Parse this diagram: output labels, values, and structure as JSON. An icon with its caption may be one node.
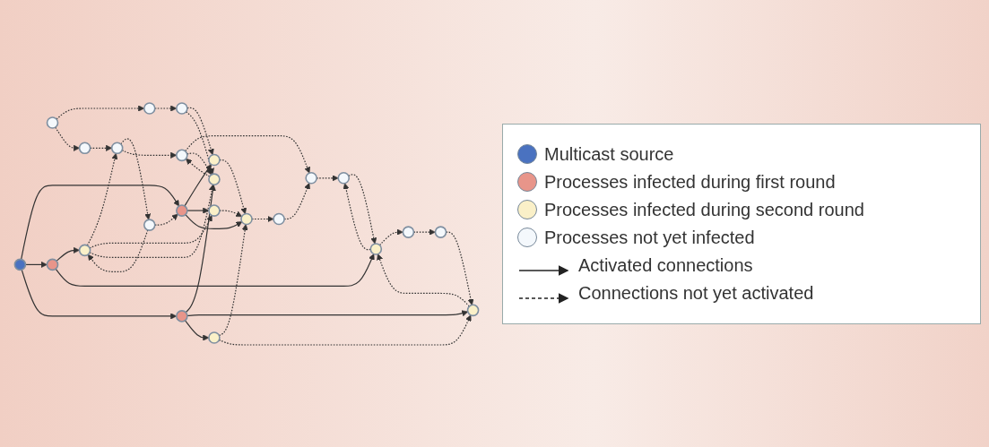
{
  "diagram": {
    "nodes": [
      {
        "text": [],
        "shape": "circle"
      },
      {
        "text": [],
        "shape": "circle"
      },
      {
        "text": [],
        "shape": "circle"
      },
      {
        "text": [],
        "shape": "circle"
      },
      {
        "text": [],
        "shape": "circle"
      },
      {
        "text": [],
        "shape": "circle"
      },
      {
        "text": [],
        "shape": "circle"
      },
      {
        "text": [],
        "shape": "circle"
      },
      {
        "text": [],
        "shape": "circle"
      },
      {
        "text": [],
        "shape": "circle"
      },
      {
        "text": [],
        "shape": "circle"
      },
      {
        "text": [],
        "shape": "circle"
      },
      {
        "text": [],
        "shape": "circle"
      },
      {
        "text": [],
        "shape": "circle"
      },
      {
        "text": [],
        "shape": "circle"
      },
      {
        "text": [],
        "shape": "circle"
      },
      {
        "text": [],
        "shape": "circle"
      },
      {
        "text": [],
        "shape": "circle"
      },
      {
        "text": [],
        "shape": "circle"
      },
      {
        "text": [],
        "shape": "circle"
      },
      {
        "text": [],
        "shape": "circle"
      },
      {
        "text": [],
        "shape": "circle"
      },
      {
        "text": [],
        "shape": "circle"
      },
      {
        "text": [],
        "shape": "circle"
      }
    ],
    "edges": [
      {
        "from": 7,
        "to": 6,
        "arrow": "to"
      },
      {
        "from": 7,
        "to": 12,
        "arrow": "to"
      },
      {
        "from": 7,
        "to": 16,
        "arrow": "to"
      },
      {
        "from": 12,
        "to": 0,
        "arrow": "to"
      },
      {
        "from": 12,
        "to": 21,
        "arrow": "to"
      },
      {
        "from": 6,
        "to": 9,
        "arrow": "to"
      },
      {
        "from": 6,
        "to": 10,
        "arrow": "to"
      },
      {
        "from": 6,
        "to": 11,
        "arrow": "to"
      },
      {
        "from": 16,
        "to": 20,
        "arrow": "to"
      },
      {
        "from": 16,
        "to": 23,
        "arrow": "to"
      },
      {
        "from": 16,
        "to": 17,
        "arrow": "to"
      },
      {
        "from": 3,
        "to": 1,
        "arrow": "to",
        "style": "dashed"
      },
      {
        "from": 1,
        "to": 4,
        "arrow": "to",
        "style": "dashed"
      },
      {
        "from": 3,
        "to": 8,
        "arrow": "to",
        "style": "dashed"
      },
      {
        "from": 0,
        "to": 5,
        "arrow": "to",
        "style": "dashed"
      },
      {
        "from": 2,
        "to": 0,
        "arrow": "to",
        "style": "dashed"
      },
      {
        "from": 5,
        "to": 2,
        "arrow": "to",
        "style": "dashed"
      },
      {
        "from": 2,
        "to": 6,
        "arrow": "to",
        "style": "dashed"
      },
      {
        "from": 0,
        "to": 10,
        "arrow": "to",
        "style": "dashed"
      },
      {
        "from": 4,
        "to": 9,
        "arrow": "to",
        "style": "dashed"
      },
      {
        "from": 8,
        "to": 5,
        "arrow": "to",
        "style": "dashed"
      },
      {
        "from": 10,
        "to": 11,
        "arrow": "to",
        "style": "dashed"
      },
      {
        "from": 9,
        "to": 11,
        "arrow": "to",
        "style": "dashed"
      },
      {
        "from": 11,
        "to": 13,
        "arrow": "to",
        "style": "dashed"
      },
      {
        "from": 13,
        "to": 18,
        "arrow": "to",
        "style": "dashed"
      },
      {
        "from": 15,
        "to": 18,
        "arrow": "to",
        "style": "dashed"
      },
      {
        "from": 18,
        "to": 14,
        "arrow": "to",
        "style": "dashed"
      },
      {
        "from": 14,
        "to": 21,
        "arrow": "to",
        "style": "dashed"
      },
      {
        "from": 21,
        "to": 14,
        "arrow": "to",
        "style": "dashed"
      },
      {
        "from": 21,
        "to": 19,
        "arrow": "to",
        "style": "dashed"
      },
      {
        "from": 23,
        "to": 21,
        "arrow": "to",
        "style": "dashed"
      },
      {
        "from": 19,
        "to": 22,
        "arrow": "to",
        "style": "dashed"
      },
      {
        "from": 22,
        "to": 23,
        "arrow": "to",
        "style": "dashed"
      },
      {
        "from": 17,
        "to": 11,
        "arrow": "to",
        "style": "dashed"
      },
      {
        "from": 17,
        "to": 23,
        "arrow": "to",
        "style": "dashed"
      },
      {
        "from": 15,
        "to": 20,
        "arrow": "to",
        "style": "dashed"
      },
      {
        "from": 20,
        "to": 15,
        "arrow": "to",
        "style": "dashed"
      },
      {
        "from": 5,
        "to": 15,
        "arrow": "to",
        "style": "dashed"
      },
      {
        "from": 4,
        "to": 20,
        "arrow": "to",
        "style": "dashed"
      },
      {
        "from": 0,
        "to": 20,
        "arrow": "to",
        "style": "dashed"
      }
    ],
    "legend": [
      {
        "text": "Multicast source",
        "color": "#4a72c0"
      },
      {
        "text": "Processes infected during first round",
        "color": "#e8958a"
      },
      {
        "text": "Processes infected during second round",
        "color": "#faf0c8"
      },
      {
        "text": "Processes not yet infected",
        "color": "#f4f8fc"
      },
      {
        "text": "Activated connections"
      },
      {
        "text": "Connections not yet activated"
      }
    ]
  }
}
